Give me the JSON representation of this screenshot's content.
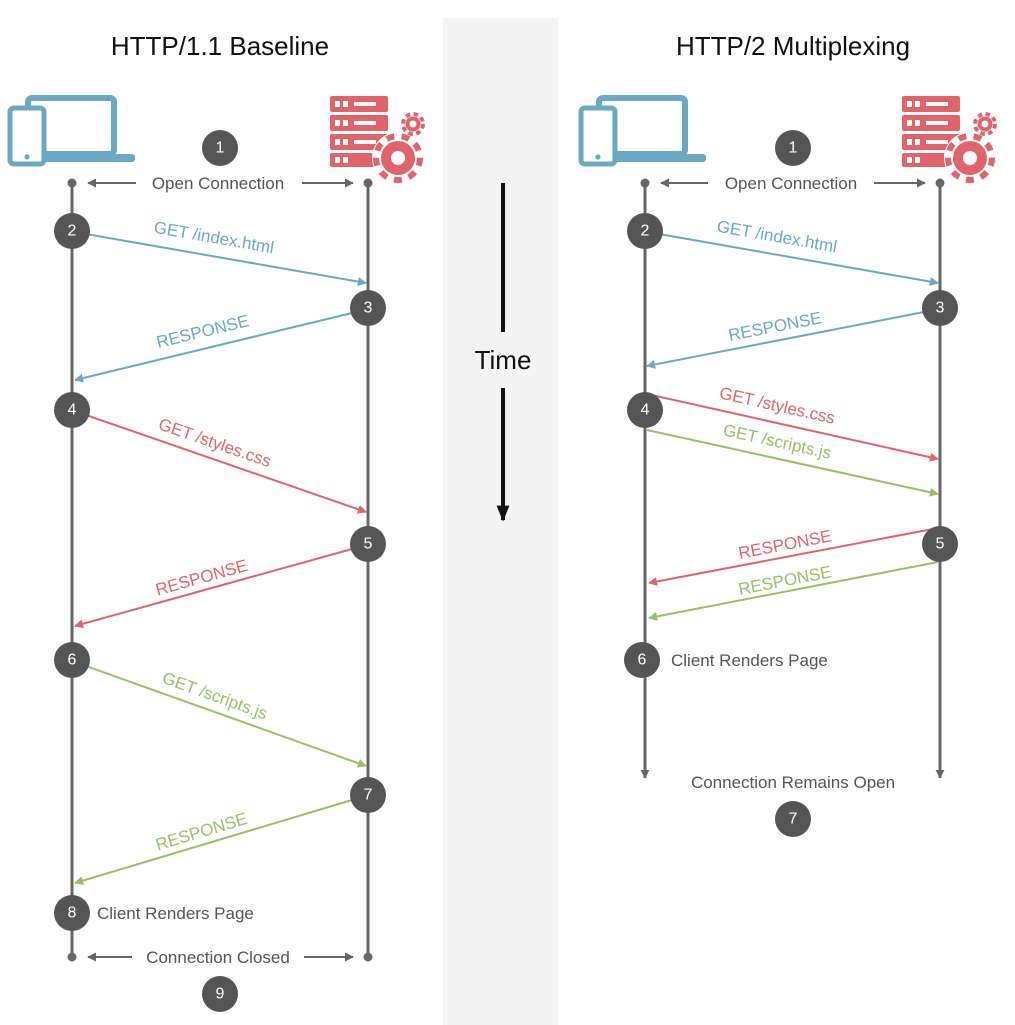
{
  "colors": {
    "blue": "#6aa9c4",
    "red": "#e06469",
    "green": "#97c165",
    "gray": "#666666",
    "step_fill": "#555555",
    "time_band": "#f3f3f3"
  },
  "icons": {
    "client": "devices-icon",
    "server": "server-gear-icon"
  },
  "time": {
    "label": "Time"
  },
  "left": {
    "title": "HTTP/1.1 Baseline",
    "open_label": "Open Connection",
    "closed_label": "Connection Closed",
    "steps": [
      "1",
      "2",
      "3",
      "4",
      "5",
      "6",
      "7",
      "8",
      "9"
    ],
    "messages": [
      "GET /index.html",
      "RESPONSE",
      "GET /styles.css",
      "RESPONSE",
      "GET /scripts.js",
      "RESPONSE"
    ],
    "final_label": "Client Renders Page"
  },
  "right": {
    "title": "HTTP/2 Multiplexing",
    "open_label": "Open Connection",
    "remains_label": "Connection Remains Open",
    "steps": [
      "1",
      "2",
      "3",
      "4",
      "5",
      "6",
      "7"
    ],
    "messages": [
      "GET /index.html",
      "RESPONSE",
      "GET /styles.css",
      "GET /scripts.js",
      "RESPONSE",
      "RESPONSE"
    ],
    "final_label": "Client Renders Page"
  }
}
